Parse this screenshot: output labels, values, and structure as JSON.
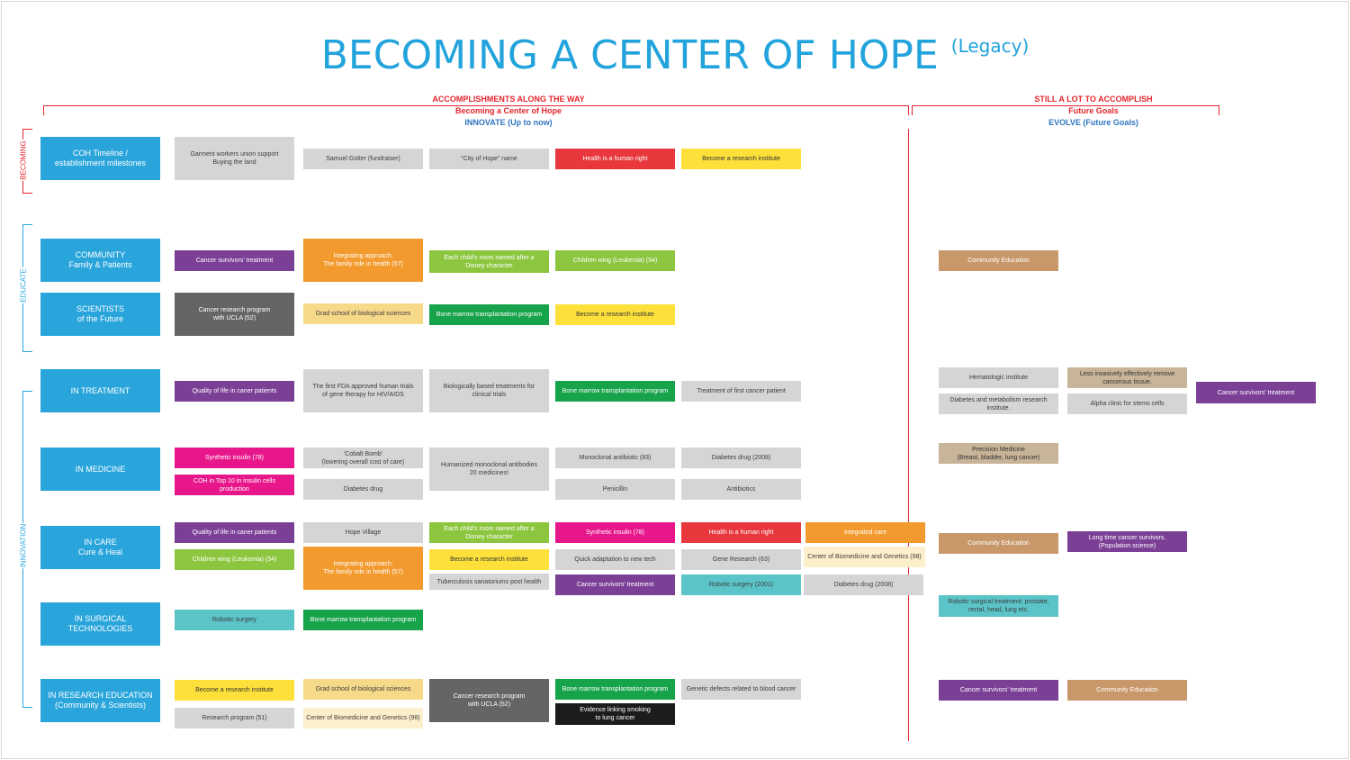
{
  "title": {
    "main": "BECOMING A CENTER OF HOPE",
    "sub": "(Legacy)"
  },
  "headers": {
    "left": {
      "line1": "ACCOMPLISHMENTS ALONG THE WAY",
      "line2": "Becoming a Center of Hope",
      "line3": "INNOVATE (Up to now)"
    },
    "right": {
      "line1": "STILL A LOT TO ACCOMPLISH",
      "line2": "Future Goals",
      "line3": "EVOLVE (Future Goals)"
    }
  },
  "side_labels": {
    "becoming": "BECOMING",
    "educate": "EDUCATE",
    "innovation": "INNOVATION"
  },
  "categories": {
    "coh_timeline": "COH Timeline /\nestablishment milestones",
    "community": "COMMUNITY\nFamily & Patients",
    "scientists": "SCIENTISTS\nof the Future",
    "treatment": "IN  TREATMENT",
    "medicine": "IN MEDICINE",
    "care": "IN CARE\nCure & Heal",
    "surgical": "IN SURGICAL TECHNOLOGIES",
    "research_edu": "IN RESEARCH EDUCATION\n(Community & Scientists)"
  },
  "items": {
    "t1": "Garment workers union support\nBuying the land",
    "t2": "Samuel Golter (fundraiser)",
    "t3": "“City of Hope” name",
    "t4": "Health is a human right",
    "t5": "Become a research institute",
    "c1": "Cancer survivors' treatment",
    "c2": "Integrating approach:\nThe family role in health (57)",
    "c3": "Each child's room named after a\nDisney character",
    "c4": "Children wing (Leukemia) (54)",
    "c5": "Community Education",
    "s1": "Cancer research program\nwith UCLA (52)",
    "s2": "Grad school of biological sciences",
    "s3": "Bone marrow transplantation program",
    "s4": "Become a research institute",
    "tr1": "Quality of life in caner patients",
    "tr2": "The first FDA approved human trials\nof gene therapy for HIV/AIDS",
    "tr3": "Biologically based treatments for\nclinical trials",
    "tr4": "Bone marrow transplantation program",
    "tr5": "Treatment of first cancer patient",
    "tr6": "Hematologic institute",
    "tr7": "Less invasively effectively remove\ncancerous tissue.",
    "tr8": "Diabetes and metabolism research\ninstitute.",
    "tr9": "Alpha clinic for stems cells",
    "tr10": "Cancer survivors' treatment",
    "m1": "Synthetic insulin (78)",
    "m2": "COH in Top 10 in insulin cells\nproduction",
    "m3": "'Cobalt Bomb'\n(lowering overall cost of care)",
    "m4": "Diabetes drug",
    "m5": "Humanized monoclonal antibodies\n20 medicines!",
    "m6": "Monoclonal antibiotic (83)",
    "m7": "Penicillin",
    "m8": "Diabetes drug (2008)",
    "m9": "Antibiotics",
    "m10": "Precision Medicine\n(Breast, bladder, lung cancer)",
    "ca1": "Quality of life in caner patients",
    "ca2": "Children wing (Leukemia) (54)",
    "ca3": "Hope Village",
    "ca4": "Integrating approach:\nThe family role in health (57)",
    "ca5": "Each child's room named after a\nDisney character",
    "ca6": "Become a research institute",
    "ca7": "Tuberculosis sanatoriums post health",
    "ca8": "Synthetic insulin (78)",
    "ca9": "Quick adaptation to new tech",
    "ca10": "Cancer survivors' treatment",
    "ca11": "Health is a human right",
    "ca12": "Gene Research (63)",
    "ca13": "Robotic surgery (2001)",
    "ca14": "Integrated care",
    "ca15": "Center of Biomedicine and Genetics (98)",
    "ca16": "Diabetes drug (2008)",
    "ca17": "Community Education",
    "ca18": "Long time cancer survivors.\n(Population science)",
    "su1": "Robotic surgery",
    "su2": "Bone marrow transplantation program",
    "su3": "Robotic surgical treatment: prostate,\nrectal, head, lung etc.",
    "r1": "Become a research institute",
    "r2": "Research program (51)",
    "r3": "Grad school of biological sciences",
    "r4": "Center of Biomedicine and Genetics (98)",
    "r5": "Cancer research program\nwith UCLA (52)",
    "r6": "Bone marrow transplantation program",
    "r7": "Evidence linking smoking\nto lung cancer",
    "r8": "Genetic defects related to blood cancer",
    "r9": "Cancer survivors' treatment",
    "r10": "Community Education"
  }
}
